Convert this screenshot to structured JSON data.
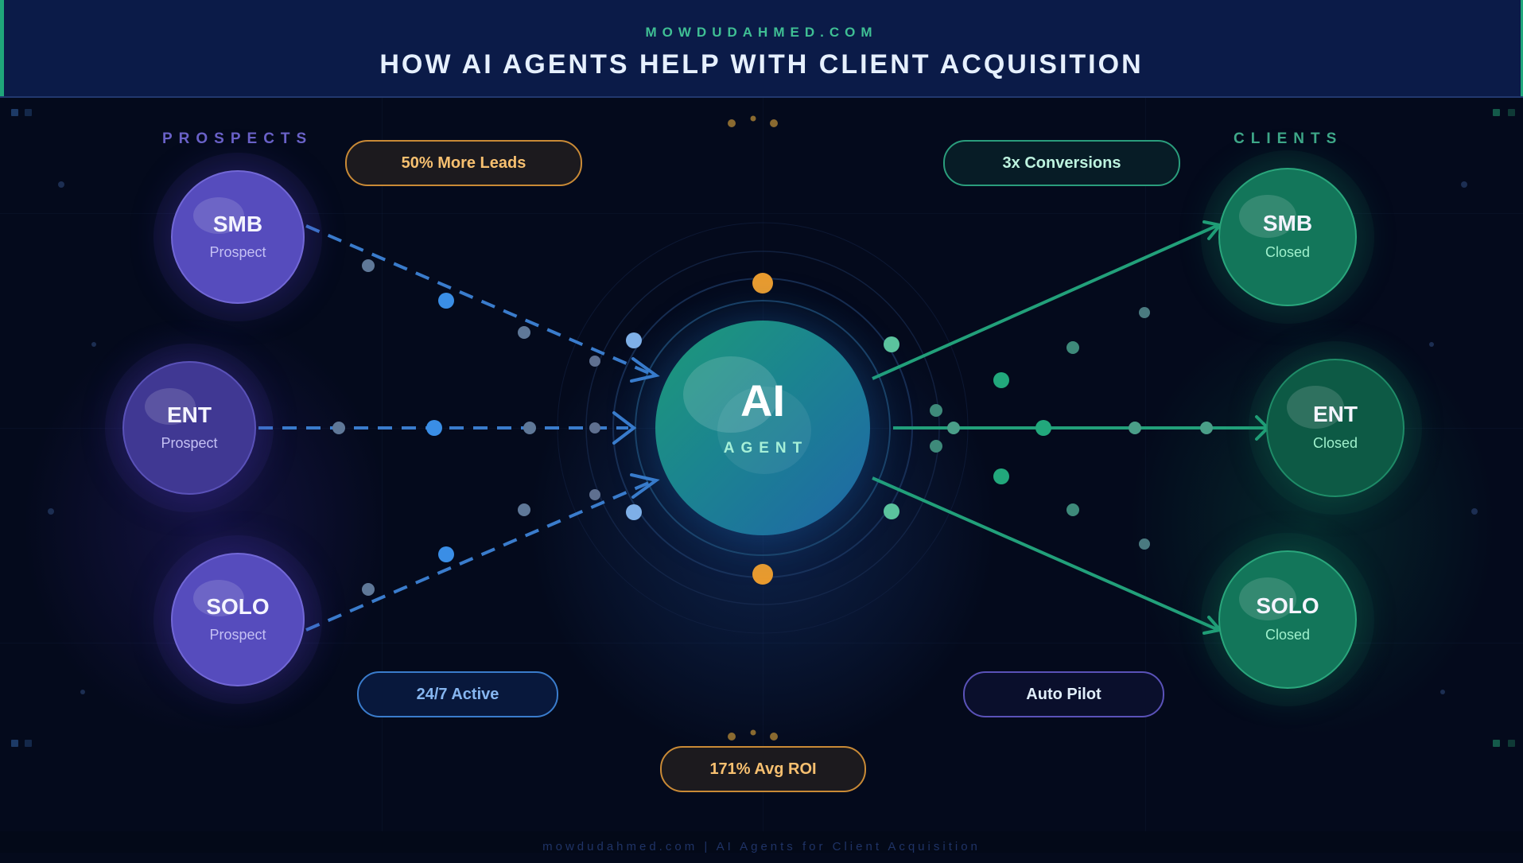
{
  "header": {
    "site_name": "MOWDUDAHMED.COM",
    "title": "HOW AI AGENTS HELP WITH CLIENT ACQUISITION"
  },
  "columns": {
    "left_label": "PROSPECTS",
    "right_label": "CLIENTS"
  },
  "prospects": [
    {
      "title": "SMB",
      "subtitle": "Prospect"
    },
    {
      "title": "ENT",
      "subtitle": "Prospect"
    },
    {
      "title": "SOLO",
      "subtitle": "Prospect"
    }
  ],
  "clients": [
    {
      "title": "SMB",
      "subtitle": "Closed"
    },
    {
      "title": "ENT",
      "subtitle": "Closed"
    },
    {
      "title": "SOLO",
      "subtitle": "Closed"
    }
  ],
  "core": {
    "title": "AI",
    "subtitle": "AGENT"
  },
  "badges": {
    "top_left": "50% More Leads",
    "top_right": "3x Conversions",
    "bottom_left": "24/7 Active",
    "bottom_right": "Auto Pilot",
    "bottom_center": "171% Avg ROI"
  },
  "footer": {
    "text": "mowdudahmed.com | AI Agents for Client Acquisition"
  },
  "colors": {
    "prospect": "#564cbd",
    "prospect_dark": "#403893",
    "client": "#13765a",
    "client_dark": "#0d5a45",
    "inflow_line": "#3a7ccc",
    "outflow_line": "#22a07a",
    "orbit_orange": "#e99b2e",
    "header_bg": "#0b1b48",
    "accent_green": "#1fa67a"
  }
}
